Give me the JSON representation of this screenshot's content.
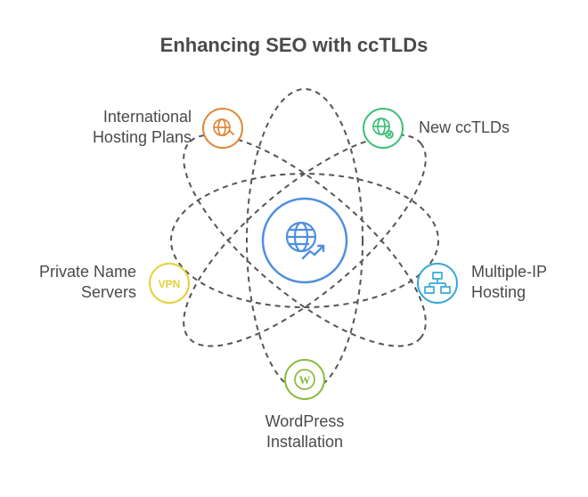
{
  "title": "Enhancing SEO with ccTLDs",
  "center": {
    "icon": "globe-trend-icon",
    "color": "#4f8fe0"
  },
  "nodes": [
    {
      "id": "international",
      "line1": "International",
      "line2": "Hosting Plans",
      "icon": "globe-arrow-icon",
      "color": "#e0873a"
    },
    {
      "id": "new-cctlds",
      "line1": "New ccTLDs",
      "line2": "",
      "icon": "globe-x-icon",
      "color": "#3ec07a"
    },
    {
      "id": "private-ns",
      "line1": "Private Name",
      "line2": "Servers",
      "icon": "vpn-icon",
      "icon_text": "VPN",
      "color": "#e6cf3a"
    },
    {
      "id": "multiple-ip",
      "line1": "Multiple-IP",
      "line2": "Hosting",
      "icon": "network-icon",
      "color": "#36a9d6"
    },
    {
      "id": "wordpress",
      "line1": "WordPress",
      "line2": "Installation",
      "icon": "wordpress-icon",
      "icon_text": "W",
      "color": "#8dbb3a"
    }
  ]
}
